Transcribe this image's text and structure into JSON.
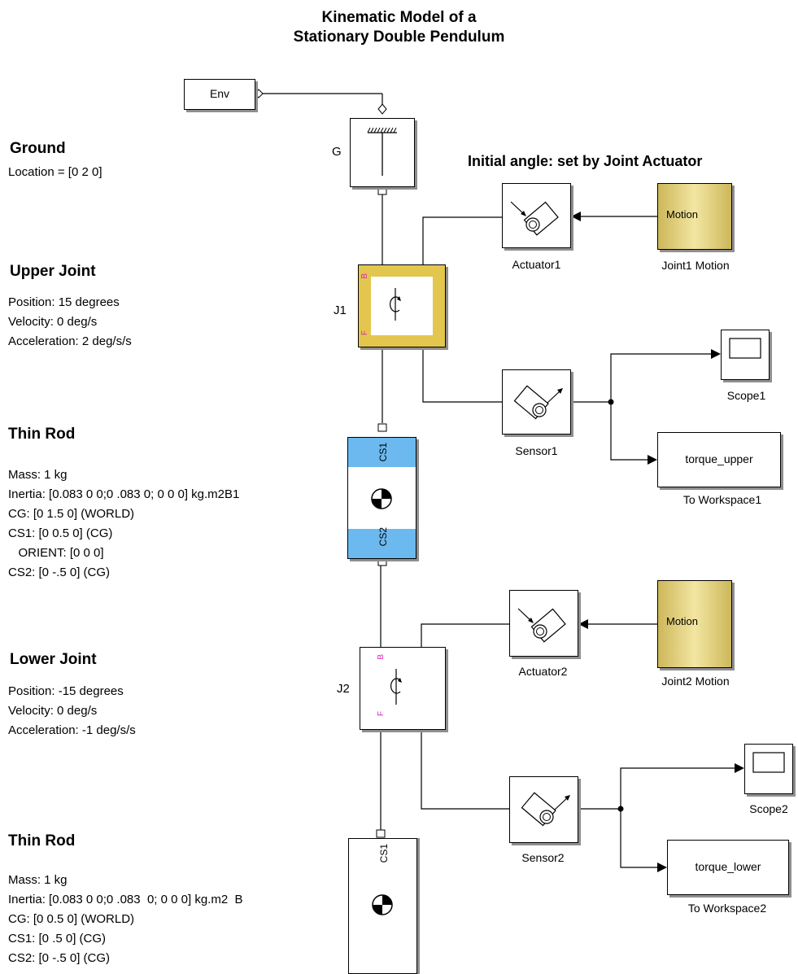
{
  "title": {
    "line1": "Kinematic Model of a",
    "line2": "Stationary Double Pendulum"
  },
  "env_block": {
    "label": "Env"
  },
  "ground": {
    "block_label": "G",
    "heading": "Ground",
    "lines": [
      "Location = [0 2 0]"
    ]
  },
  "initial_angle_note": "Initial angle: set by Joint Actuator",
  "upper_joint": {
    "block_label": "J1",
    "heading": "Upper Joint",
    "lines": [
      "Position: 15 degrees",
      "Velocity: 0 deg/s",
      "Acceleration: 2 deg/s/s"
    ],
    "port_top": "B",
    "port_bottom": "F"
  },
  "actuator1": {
    "label": "Actuator1"
  },
  "joint1_motion": {
    "label": "Joint1 Motion",
    "text": "Motion"
  },
  "sensor1": {
    "label": "Sensor1"
  },
  "scope1": {
    "label": "Scope1"
  },
  "to_workspace1": {
    "label": "To Workspace1",
    "variable": "torque_upper"
  },
  "thin_rod1": {
    "heading": "Thin Rod",
    "lines": [
      "Mass: 1 kg",
      "Inertia: [0.083 0 0;0 .083  0; 0 0 0] kg.m2B1",
      "CG: [0 1.5 0] (WORLD)",
      "CS1: [0 0.5 0] (CG)",
      "   ORIENT: [0 0 0]",
      "CS2: [0 -.5 0] (CG)"
    ],
    "port_top": "CS1",
    "port_bottom": "CS2"
  },
  "lower_joint": {
    "block_label": "J2",
    "heading": "Lower Joint",
    "lines": [
      "Position: -15 degrees",
      "Velocity: 0 deg/s",
      "Acceleration: -1 deg/s/s"
    ],
    "port_top": "B",
    "port_bottom": "F"
  },
  "actuator2": {
    "label": "Actuator2"
  },
  "joint2_motion": {
    "label": "Joint2 Motion",
    "text": "Motion"
  },
  "sensor2": {
    "label": "Sensor2"
  },
  "scope2": {
    "label": "Scope2"
  },
  "to_workspace2": {
    "label": "To Workspace2",
    "variable": "torque_lower"
  },
  "thin_rod2": {
    "heading": "Thin Rod",
    "lines": [
      "Mass: 1 kg",
      "Inertia: [0.083 0 0;0 .083  0; 0 0 0] kg.m2  B",
      "CG: [0 0.5 0] (WORLD)",
      "CS1: [0 .5 0] (CG)",
      "CS2: [0 -.5 0] (CG)"
    ],
    "port_top": "CS1"
  },
  "colors": {
    "joint1_highlight": "#e3c64e",
    "rod1_highlight": "#6bb9ef",
    "motion_gold": "#d8c46a",
    "port_label_magenta": "#e020c0"
  },
  "icons": [
    "ground-icon",
    "revolute-joint-icon",
    "actuator-icon",
    "sensor-icon",
    "scope-icon",
    "center-of-gravity-icon"
  ]
}
